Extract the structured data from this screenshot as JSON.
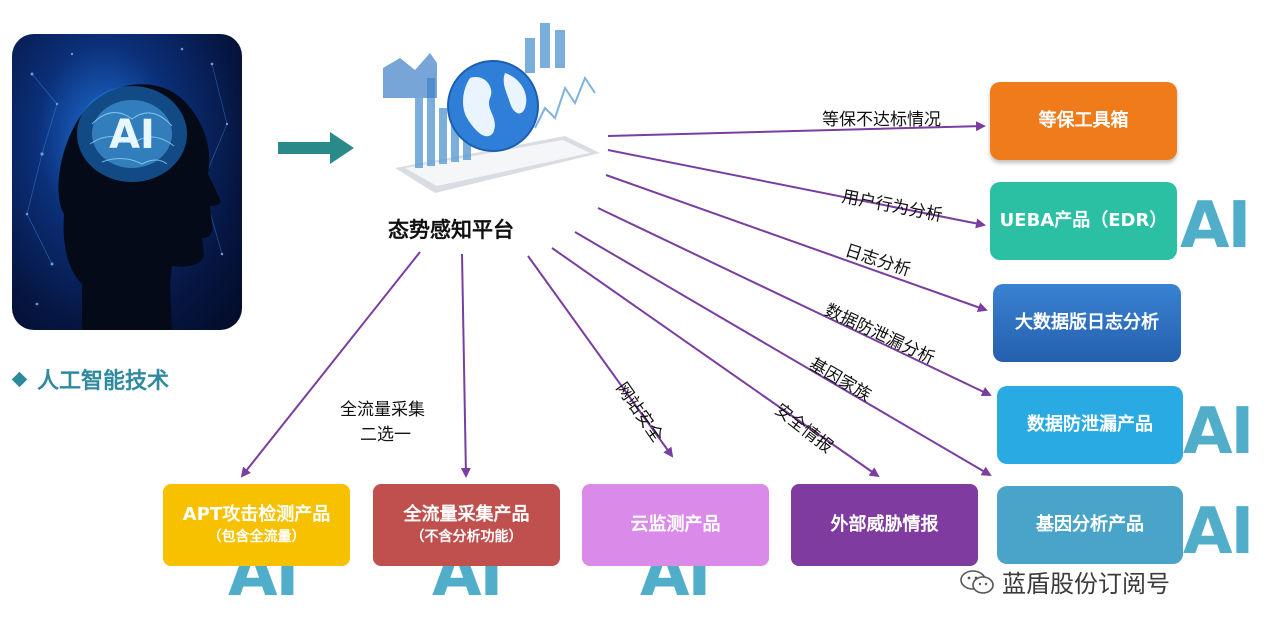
{
  "left": {
    "image_text": "AI",
    "tech_label": "人工智能技术"
  },
  "platform": {
    "title": "态势感知平台"
  },
  "right_boxes": [
    {
      "label": "等保工具箱",
      "color": "#ef7b1a"
    },
    {
      "label": "UEBA产品（EDR）",
      "color": "#2bbfa3"
    },
    {
      "label": "大数据版日志分析",
      "color": "#2a6fbf"
    },
    {
      "label": "数据防泄漏产品",
      "color": "#2aaae2"
    },
    {
      "label": "基因分析产品",
      "color": "#4aa3c8"
    }
  ],
  "right_edges": [
    "等保不达标情况",
    "用户行为分析",
    "日志分析",
    "数据防泄漏分析",
    "基因家族"
  ],
  "bottom_boxes": [
    {
      "label": "APT攻击检测产品",
      "sub": "（包含全流量）",
      "color": "#f7c100"
    },
    {
      "label": "全流量采集产品",
      "sub": "（不含分析功能）",
      "color": "#c0504d"
    },
    {
      "label": "云监测产品",
      "color": "#da8ae8"
    },
    {
      "label": "外部威胁情报",
      "color": "#7f3ba0"
    }
  ],
  "bottom_edges": {
    "flow_line1": "全流量采集",
    "flow_line2": "二选一",
    "web": "网站安全",
    "intel": "安全情报"
  },
  "ai_mark": "AI",
  "watermark": "蓝盾股份订阅号",
  "colors": {
    "accent": "#2f8aa0",
    "arrow": "#7a3da0",
    "big_arrow": "#2a8a8a"
  }
}
